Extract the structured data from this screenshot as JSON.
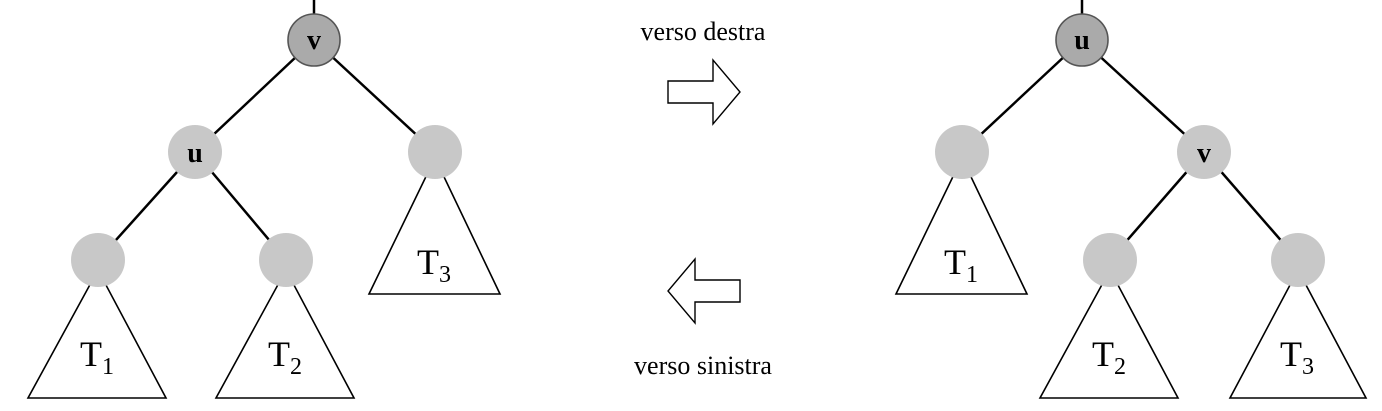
{
  "captions": {
    "right_rotation": "verso destra",
    "left_rotation": "verso sinistra"
  },
  "left_tree": {
    "root_label": "v",
    "child_label": "u",
    "subtrees": [
      {
        "letter": "T",
        "index": "1"
      },
      {
        "letter": "T",
        "index": "2"
      },
      {
        "letter": "T",
        "index": "3"
      }
    ]
  },
  "right_tree": {
    "root_label": "u",
    "child_label": "v",
    "subtrees": [
      {
        "letter": "T",
        "index": "1"
      },
      {
        "letter": "T",
        "index": "2"
      },
      {
        "letter": "T",
        "index": "3"
      }
    ]
  },
  "colors": {
    "node_fill": "#c8c8c8",
    "root_fill": "#aaaaaa",
    "line": "#000000"
  }
}
